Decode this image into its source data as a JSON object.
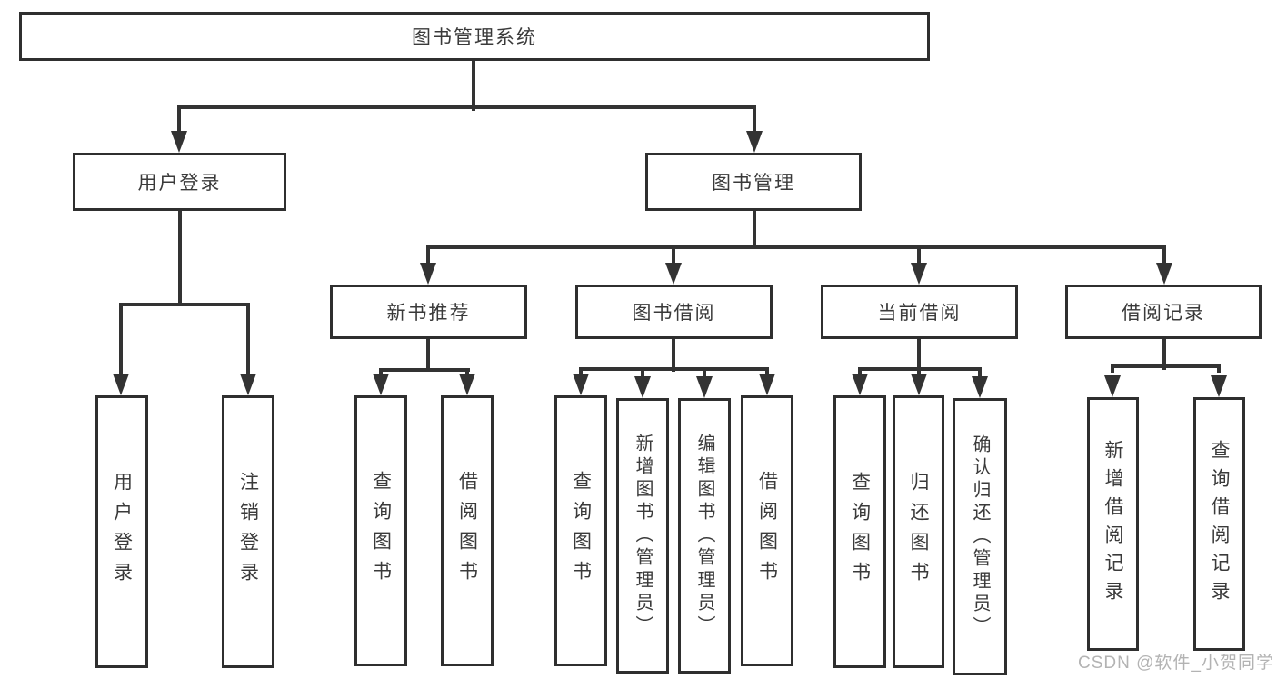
{
  "diagram": {
    "root": {
      "label": "图书管理系统"
    },
    "level2": [
      {
        "label": "用户登录"
      },
      {
        "label": "图书管理"
      }
    ],
    "level3": [
      {
        "label": "新书推荐"
      },
      {
        "label": "图书借阅"
      },
      {
        "label": "当前借阅"
      },
      {
        "label": "借阅记录"
      }
    ],
    "leaves": {
      "user_login": [
        "用户登录",
        "注销登录"
      ],
      "new_book_recommend": [
        "查询图书",
        "借阅图书"
      ],
      "book_borrow": [
        "查询图书",
        "新增图书（管理员）",
        "编辑图书（管理员）",
        "借阅图书"
      ],
      "current_borrow": [
        "查询图书",
        "归还图书",
        "确认归还（管理员）"
      ],
      "borrow_records": [
        "新增借阅记录",
        "查询借阅记录"
      ]
    }
  },
  "watermark": {
    "text": "CSDN @软件_小贺同学"
  },
  "colors": {
    "line": "#333333",
    "box_border": "#2f2f2f",
    "text": "#3a3a3a",
    "watermark_text": "#b3b3b3",
    "background": "#ffffff"
  }
}
